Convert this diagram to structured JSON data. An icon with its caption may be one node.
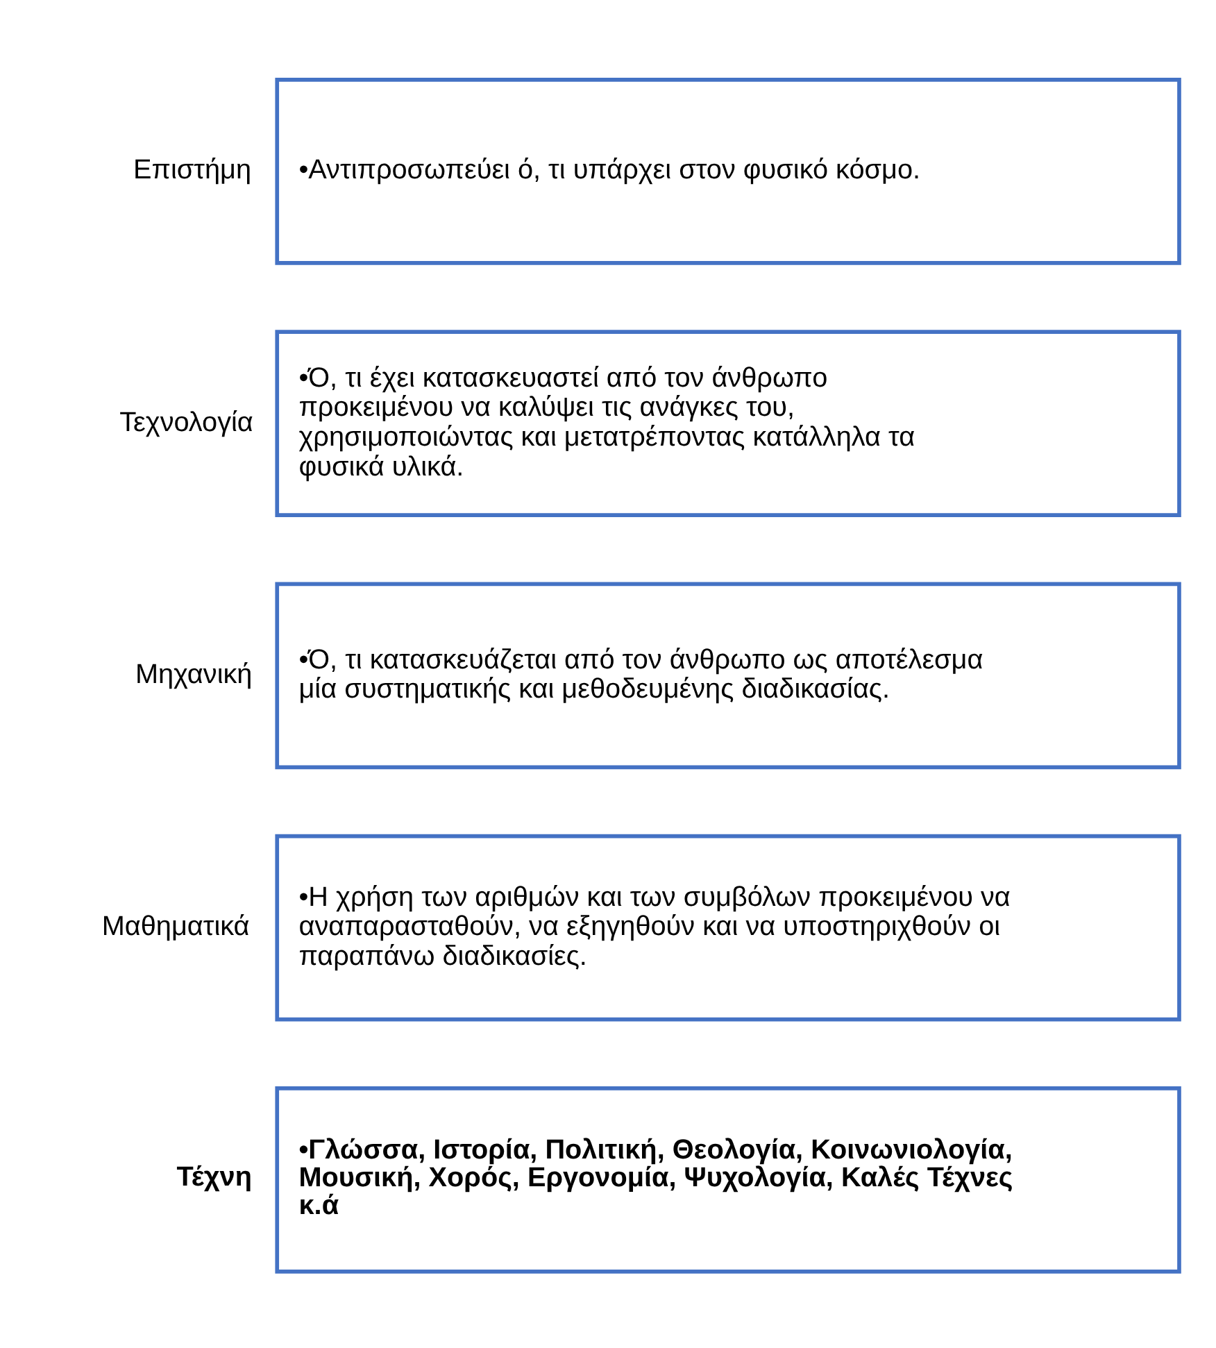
{
  "diagram": {
    "nodes": [
      {
        "text": [
          "Επιστήμη",
          "•Αντιπροσωπεύει ό, τι υπάρχει στον φυσικό κόσμο."
        ]
      },
      {
        "text": [
          "Τεχνολογία",
          "•Ό, τι έχει κατασκευαστεί από τον άνθρωπο προκειμένου να καλύψει τις ανάγκες του, χρησιμοποιώντας και μετατρέποντας κατάλληλα τα φυσικά υλικά."
        ]
      },
      {
        "text": [
          "Μηχανική",
          "•Ό, τι κατασκευάζεται από τον άνθρωπο ως αποτέλεσμα μία συστηματικής και μεθοδευμένης διαδικασίας."
        ]
      },
      {
        "text": [
          "Μαθηματικά",
          "•Η χρήση των αριθμών και των συμβόλων προκειμένου να αναπαρασταθούν, να εξηγηθούν και να υποστηριχθούν οι παραπάνω διαδικασίες."
        ]
      },
      {
        "text": [
          "Τέχνη",
          "•Γλώσσα, Ιστορία, Πολιτική, Θεολογία, Κοινωνιολογία, Μουσική, Χορός, Εργονομία, Ψυχολογία, Καλές Τέχνες κ.ά"
        ]
      }
    ],
    "edges": []
  }
}
